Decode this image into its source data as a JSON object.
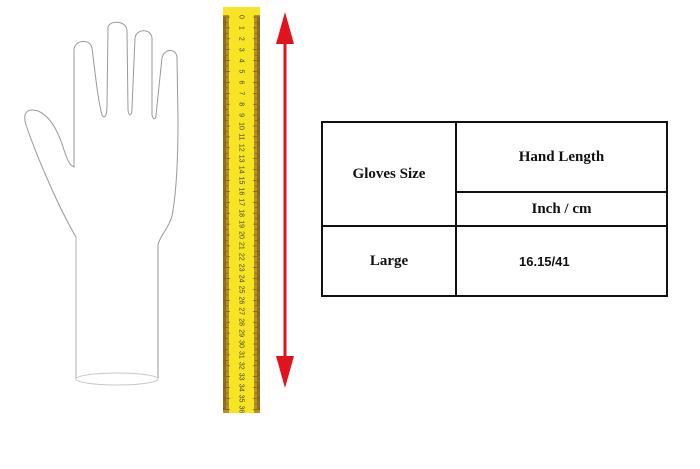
{
  "ruler": {
    "labels": [
      "0",
      "1",
      "2",
      "3",
      "4",
      "5",
      "6",
      "7",
      "8",
      "9",
      "10",
      "11",
      "12",
      "13",
      "14",
      "15",
      "16",
      "17",
      "18",
      "19",
      "20",
      "21",
      "22",
      "23",
      "24",
      "25",
      "26",
      "27",
      "28",
      "29",
      "30",
      "31",
      "32",
      "33",
      "34",
      "35",
      "36"
    ],
    "unit": "cm",
    "color": "#f7e523",
    "edge_color": "#b8902a"
  },
  "arrow": {
    "color": "#e0141e"
  },
  "table": {
    "header_col1": "Gloves Size",
    "header_col2": "Hand Length",
    "subheader_col2": "Inch / cm",
    "rows": [
      {
        "size": "Large",
        "length": "16.15/41"
      }
    ]
  }
}
